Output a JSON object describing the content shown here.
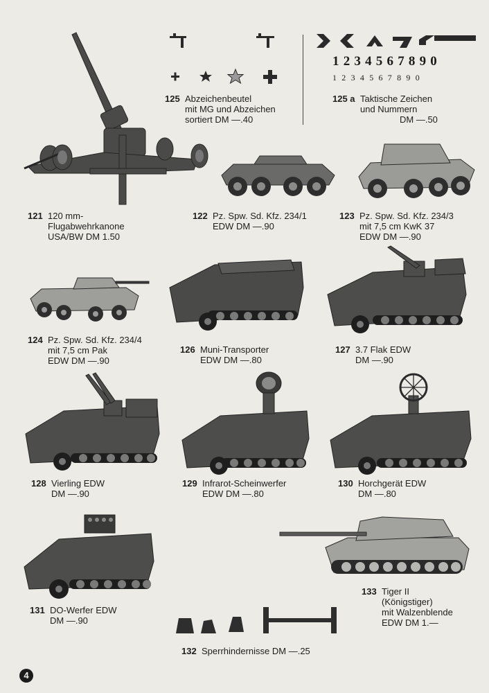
{
  "page_number": "4",
  "tactical_numbers_large": "1234567890",
  "tactical_numbers_small": "1234567890",
  "items": [
    {
      "num": "125",
      "lines": [
        "Abzeichenbeutel",
        "mit MG und Abzeichen",
        "sortiert  DM —.40"
      ]
    },
    {
      "num": "125 a",
      "lines": [
        "Taktische Zeichen",
        "und Nummern",
        "DM —.50"
      ]
    },
    {
      "num": "121",
      "lines": [
        "120 mm-",
        "Flugabwehrkanone",
        "USA/BW  DM 1.50"
      ]
    },
    {
      "num": "122",
      "lines": [
        "Pz. Spw. Sd. Kfz. 234/1",
        "EDW  DM —.90"
      ]
    },
    {
      "num": "123",
      "lines": [
        "Pz. Spw. Sd. Kfz. 234/3",
        "mit 7,5 cm KwK 37",
        "EDW  DM —.90"
      ]
    },
    {
      "num": "124",
      "lines": [
        "Pz. Spw. Sd. Kfz. 234/4",
        "mit 7,5 cm Pak",
        "EDW  DM —.90"
      ]
    },
    {
      "num": "126",
      "lines": [
        "Muni-Transporter",
        "EDW  DM —.80"
      ]
    },
    {
      "num": "127",
      "lines": [
        "3.7 Flak EDW",
        "DM —.90"
      ]
    },
    {
      "num": "128",
      "lines": [
        "Vierling EDW",
        "DM —.90"
      ]
    },
    {
      "num": "129",
      "lines": [
        "Infrarot-Scheinwerfer",
        "EDW  DM —.80"
      ]
    },
    {
      "num": "130",
      "lines": [
        "Horchgerät EDW",
        "DM —.80"
      ]
    },
    {
      "num": "131",
      "lines": [
        "DO-Werfer EDW",
        "DM —.90"
      ]
    },
    {
      "num": "133",
      "lines": [
        "Tiger II",
        "(Königstiger)",
        "mit Walzenblende",
        "EDW  DM 1.—"
      ]
    },
    {
      "num": "132",
      "lines": [
        "Sperrhindernisse  DM —.25"
      ]
    }
  ]
}
